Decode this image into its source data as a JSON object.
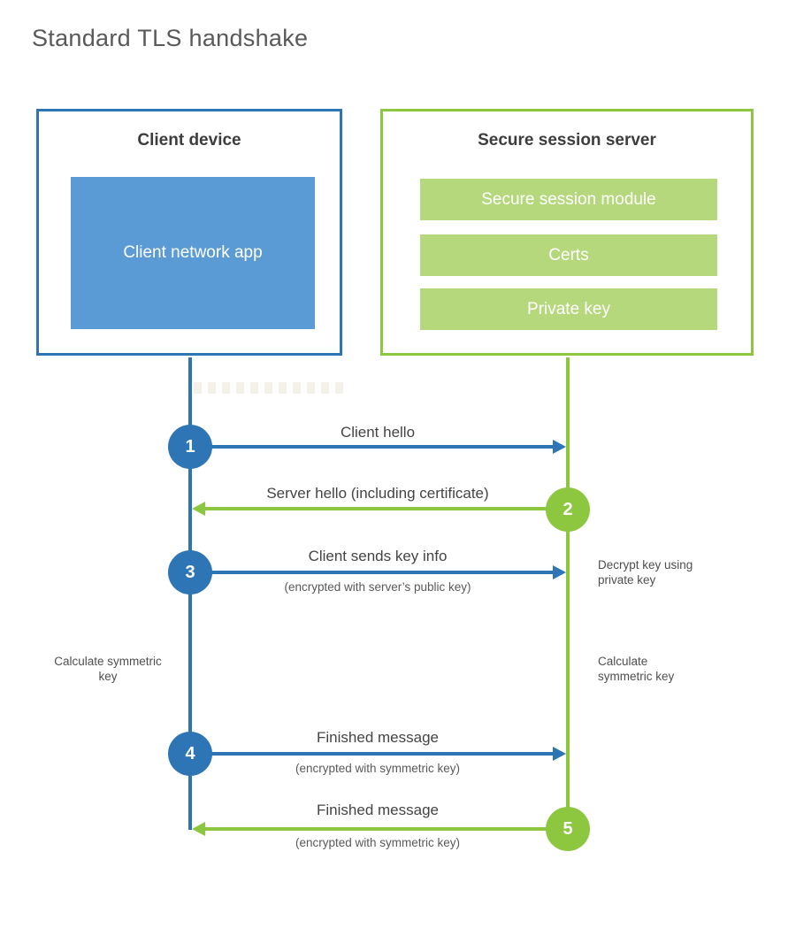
{
  "title": "Standard TLS handshake",
  "client": {
    "title": "Client device",
    "app_label": "Client network app"
  },
  "server": {
    "title": "Secure session server",
    "modules": [
      "Secure session module",
      "Certs",
      "Private key"
    ]
  },
  "steps": [
    {
      "number": "1",
      "label": "Client hello",
      "sublabel": "",
      "direction": "right",
      "color": "blue"
    },
    {
      "number": "2",
      "label": "Server hello (including certificate)",
      "sublabel": "",
      "direction": "left",
      "color": "green"
    },
    {
      "number": "3",
      "label": "Client sends key info",
      "sublabel": "(encrypted with server’s public key)",
      "direction": "right",
      "color": "blue"
    },
    {
      "number": "4",
      "label": "Finished message",
      "sublabel": "(encrypted with symmetric key)",
      "direction": "right",
      "color": "blue"
    },
    {
      "number": "5",
      "label": "Finished message",
      "sublabel": "(encrypted with symmetric key)",
      "direction": "left",
      "color": "green"
    }
  ],
  "annotations": {
    "decrypt_note": "Decrypt key using private key",
    "calculate_left": "Calculate symmetric key",
    "calculate_right": "Calculate symmetric key"
  },
  "colors": {
    "blue": "#2e75b6",
    "blue_fill": "#5b9bd5",
    "green": "#8dc63f",
    "green_fill": "#b6d87c"
  }
}
